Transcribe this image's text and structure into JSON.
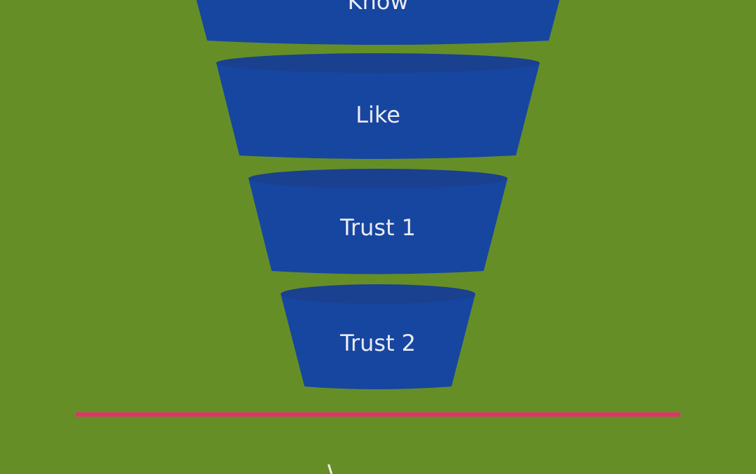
{
  "funnel": {
    "stages": [
      {
        "label": "Know"
      },
      {
        "label": "Like"
      },
      {
        "label": "Trust 1"
      },
      {
        "label": "Trust 2"
      }
    ],
    "colors": {
      "stage_fill": "#1646a0",
      "stage_top": "#1a4090",
      "label": "#eceaf3"
    }
  },
  "colors": {
    "background": "#668e27",
    "divider": "#e0336b"
  }
}
